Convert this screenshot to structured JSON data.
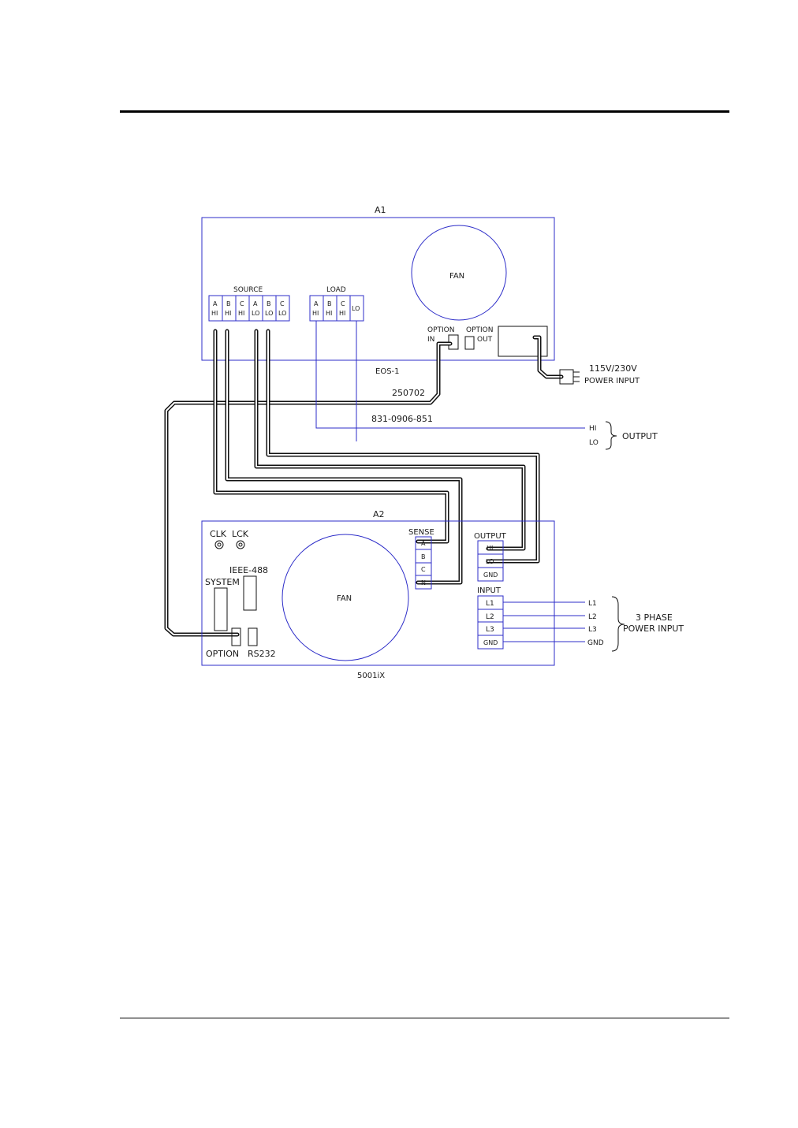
{
  "colors": {
    "outline": "#2c2cc8",
    "ink": "#111111",
    "rule": "#000000"
  },
  "a1": {
    "id": "A1",
    "fan": "FAN",
    "source_title": "SOURCE",
    "source_terms": [
      {
        "top": "A",
        "bot": "HI"
      },
      {
        "top": "B",
        "bot": "HI"
      },
      {
        "top": "C",
        "bot": "HI"
      },
      {
        "top": "A",
        "bot": "LO"
      },
      {
        "top": "B",
        "bot": "LO"
      },
      {
        "top": "C",
        "bot": "LO"
      }
    ],
    "load_title": "LOAD",
    "load_terms": [
      {
        "top": "A",
        "bot": "HI"
      },
      {
        "top": "B",
        "bot": "HI"
      },
      {
        "top": "C",
        "bot": "HI"
      },
      {
        "top": "",
        "bot": "LO"
      }
    ],
    "option_in_1": "OPTION",
    "option_in_2": "IN",
    "option_out_1": "OPTION",
    "option_out_2": "OUT",
    "model": "EOS-1",
    "power_1": "115V/230V",
    "power_2": "POWER INPUT"
  },
  "cable_labels": {
    "c1": "250702",
    "c2": "831-0906-851"
  },
  "output": {
    "hi": "HI",
    "lo": "LO",
    "label": "OUTPUT"
  },
  "a2": {
    "id": "A2",
    "clk": "CLK",
    "lck": "LCK",
    "ieee": "IEEE-488",
    "system": "SYSTEM",
    "fan": "FAN",
    "option": "OPTION",
    "rs232": "RS232",
    "sense_title": "SENSE",
    "sense_terms": [
      "A",
      "B",
      "C",
      "N"
    ],
    "output_title": "OUTPUT",
    "output_terms": [
      "HI",
      "LO",
      "GND"
    ],
    "input_title": "INPUT",
    "input_terms": [
      "L1",
      "L2",
      "L3",
      "GND"
    ],
    "line_labels": [
      "L1",
      "L2",
      "L3",
      "GND"
    ],
    "phase_1": "3 PHASE",
    "phase_2": "POWER INPUT",
    "model": "5001iX"
  }
}
